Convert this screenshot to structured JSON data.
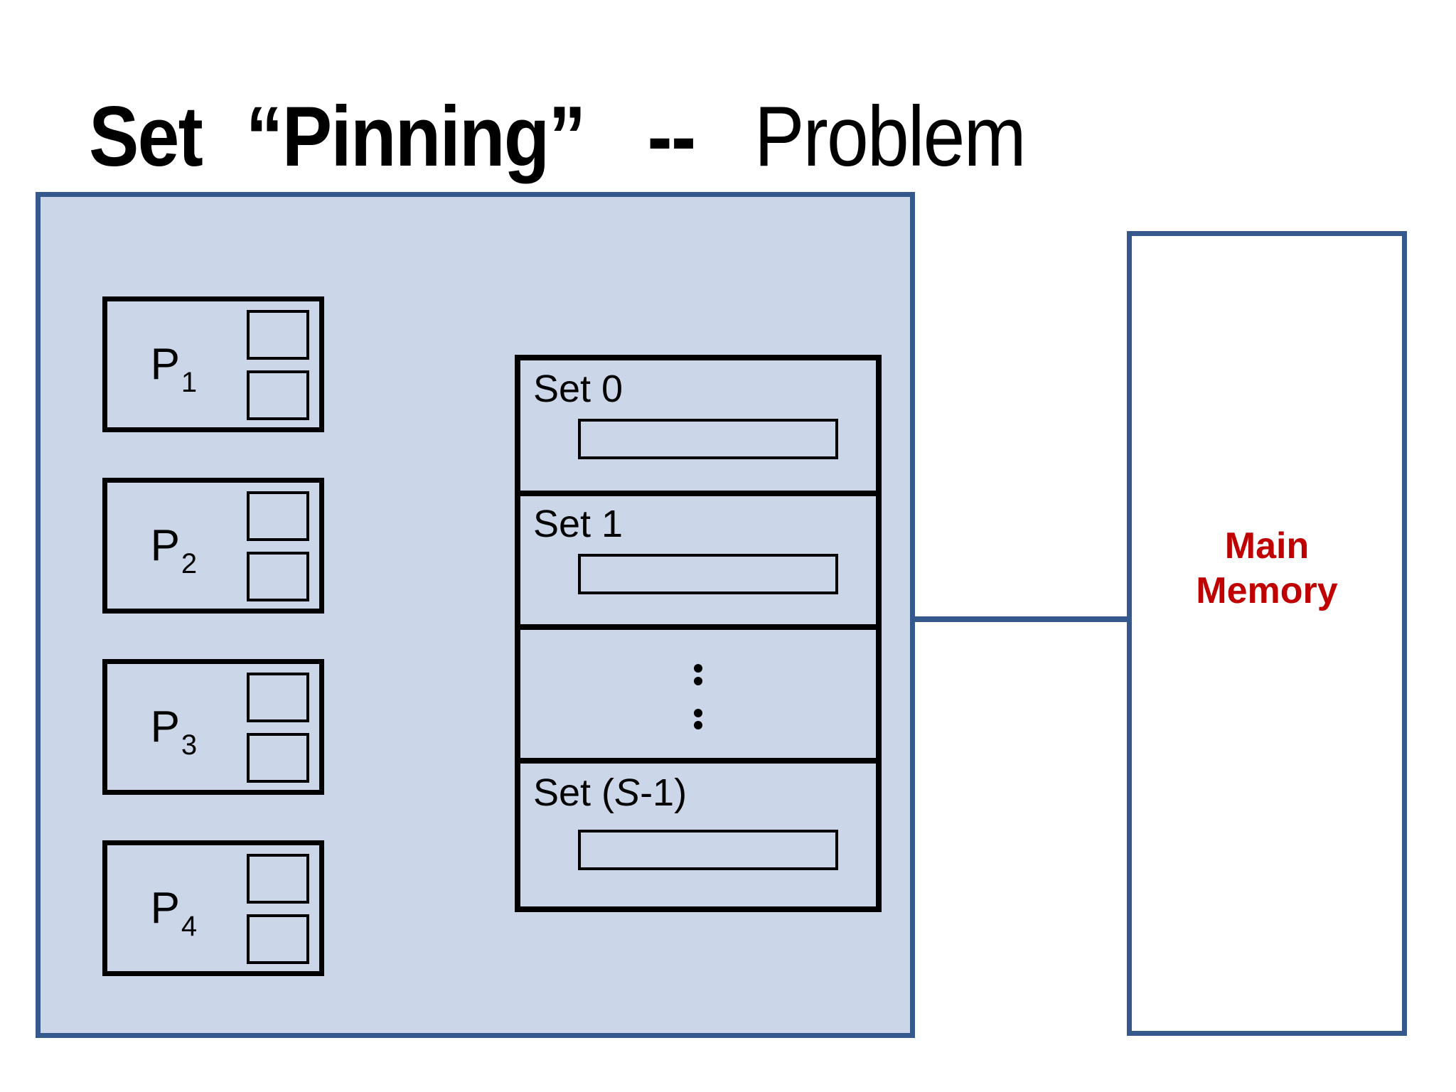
{
  "slide": {
    "title": {
      "part_bold": "Set",
      "part_quoted": "“Pinning”",
      "part_dash": "--",
      "part_light": "Problem"
    },
    "colors": {
      "fill_light_blue": "#CBD7E9",
      "border_dark_blue": "#36598D",
      "border_black": "#000000",
      "memory_text_red": "#C00000"
    },
    "cache_cluster": {
      "processors": [
        {
          "base": "P",
          "sub": "1"
        },
        {
          "base": "P",
          "sub": "2"
        },
        {
          "base": "P",
          "sub": "3"
        },
        {
          "base": "P",
          "sub": "4"
        }
      ],
      "sets": {
        "row0_label": "Set 0",
        "row1_label": "Set 1",
        "rowS_prefix": "Set (",
        "rowS_var": "S",
        "rowS_suffix": "-1)"
      }
    },
    "memory": {
      "line1": "Main",
      "line2": "Memory"
    }
  }
}
